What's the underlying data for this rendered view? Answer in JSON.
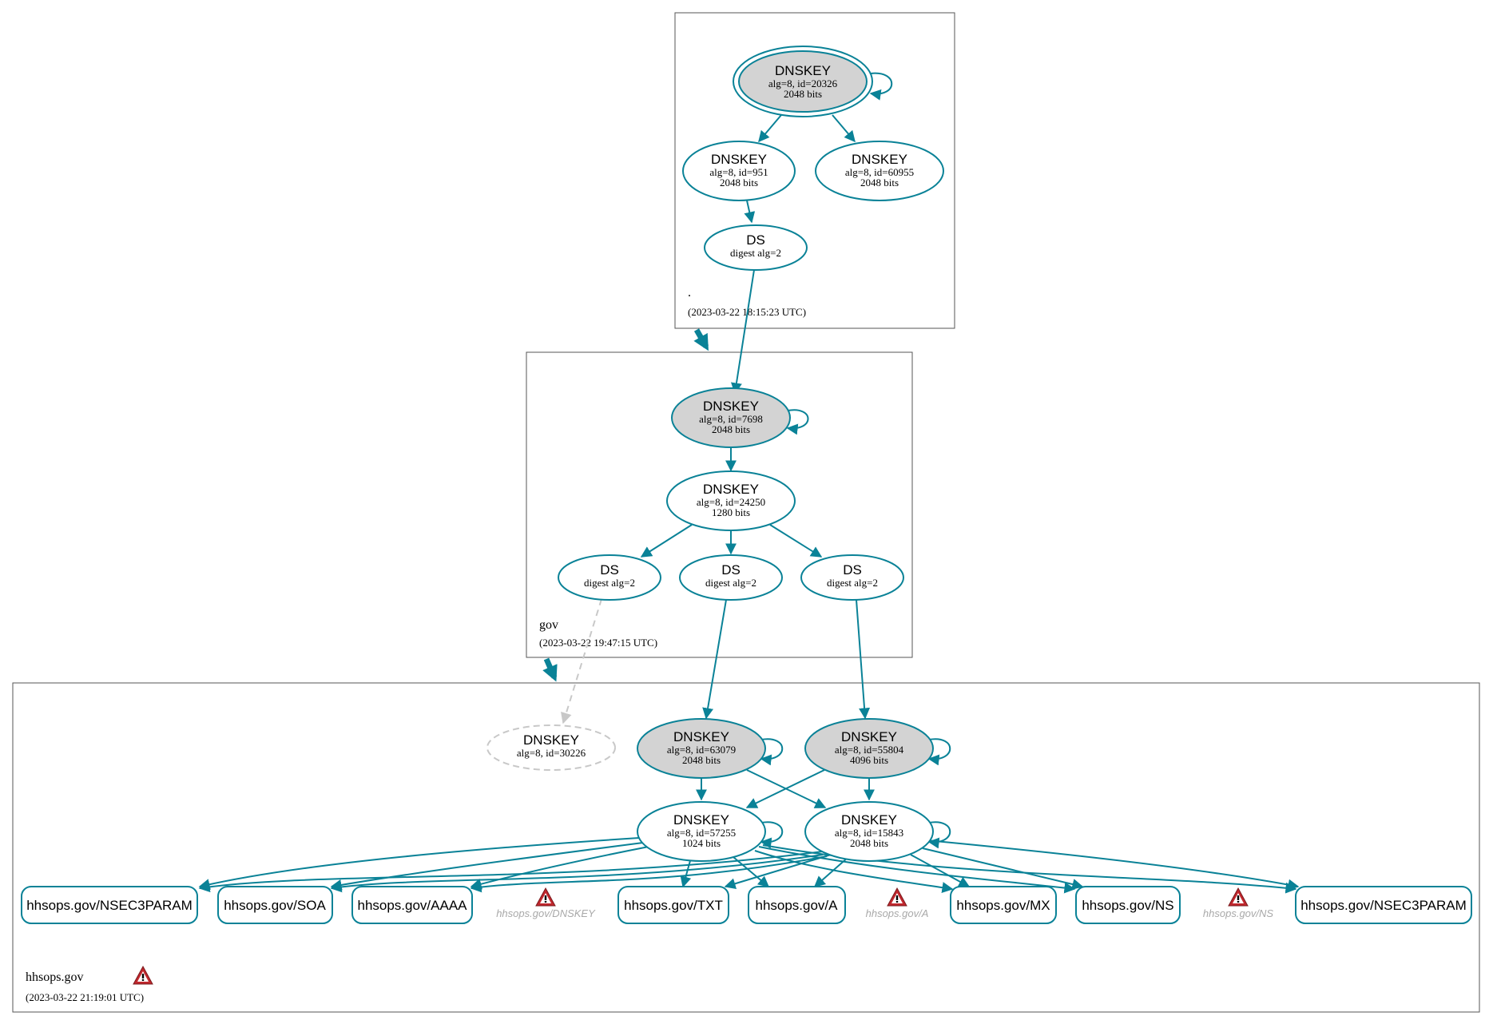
{
  "zones": {
    "root": {
      "name": ".",
      "timestamp": "(2023-03-22 18:15:23 UTC)"
    },
    "gov": {
      "name": "gov",
      "timestamp": "(2023-03-22 19:47:15 UTC)"
    },
    "hhsops": {
      "name": "hhsops.gov",
      "timestamp": "(2023-03-22 21:19:01 UTC)"
    }
  },
  "nodes": {
    "root_ksk": {
      "type": "DNSKEY",
      "detail": "alg=8, id=20326",
      "bits": "2048 bits"
    },
    "root_zsk1": {
      "type": "DNSKEY",
      "detail": "alg=8, id=951",
      "bits": "2048 bits"
    },
    "root_zsk2": {
      "type": "DNSKEY",
      "detail": "alg=8, id=60955",
      "bits": "2048 bits"
    },
    "root_ds": {
      "type": "DS",
      "detail": "digest alg=2"
    },
    "gov_ksk": {
      "type": "DNSKEY",
      "detail": "alg=8, id=7698",
      "bits": "2048 bits"
    },
    "gov_zsk": {
      "type": "DNSKEY",
      "detail": "alg=8, id=24250",
      "bits": "1280 bits"
    },
    "gov_ds1": {
      "type": "DS",
      "detail": "digest alg=2"
    },
    "gov_ds2": {
      "type": "DS",
      "detail": "digest alg=2"
    },
    "gov_ds3": {
      "type": "DS",
      "detail": "digest alg=2"
    },
    "hh_missing": {
      "type": "DNSKEY",
      "detail": "alg=8, id=30226"
    },
    "hh_ksk1": {
      "type": "DNSKEY",
      "detail": "alg=8, id=63079",
      "bits": "2048 bits"
    },
    "hh_ksk2": {
      "type": "DNSKEY",
      "detail": "alg=8, id=55804",
      "bits": "4096 bits"
    },
    "hh_zsk1": {
      "type": "DNSKEY",
      "detail": "alg=8, id=57255",
      "bits": "1024 bits"
    },
    "hh_zsk2": {
      "type": "DNSKEY",
      "detail": "alg=8, id=15843",
      "bits": "2048 bits"
    }
  },
  "records": {
    "nsec3param1": "hhsops.gov/NSEC3PARAM",
    "soa": "hhsops.gov/SOA",
    "aaaa": "hhsops.gov/AAAA",
    "txt": "hhsops.gov/TXT",
    "a": "hhsops.gov/A",
    "mx": "hhsops.gov/MX",
    "ns": "hhsops.gov/NS",
    "nsec3param2": "hhsops.gov/NSEC3PARAM"
  },
  "missing_records": {
    "dnskey": "hhsops.gov/DNSKEY",
    "a": "hhsops.gov/A",
    "ns": "hhsops.gov/NS"
  },
  "colors": {
    "edge": "#0a8297",
    "ksk_fill": "#d3d3d3",
    "warning": "#c0272d",
    "missing": "#a9a9a9"
  },
  "icons": {
    "warning": "warning-triangle-icon"
  }
}
